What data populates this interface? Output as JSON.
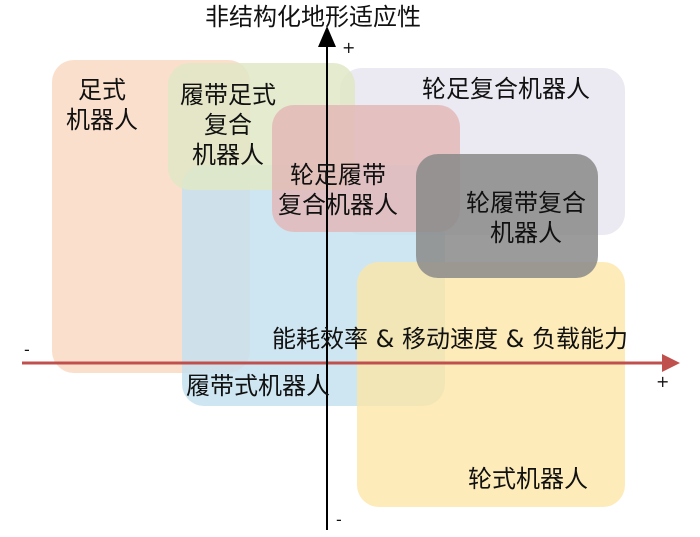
{
  "title": "非结构化地形适应性",
  "x_axis_label": "能耗效率 & 移动速度 & 负载能力",
  "signs": {
    "y_plus": "+",
    "y_minus": "-",
    "x_plus": "+",
    "x_minus": "-"
  },
  "regions": {
    "legged": {
      "line1": "足式",
      "line2": "机器人",
      "color": "#fbdcc8"
    },
    "tracked_legged": {
      "line1": "履带足式",
      "line2": "复合",
      "line3": "机器人",
      "color": "#dfe7c6"
    },
    "wheel_legged": {
      "line1": "轮足复合机器人",
      "color": "#e9e7ef"
    },
    "wheel_legged_tracked": {
      "line1": "轮足履带",
      "line2": "复合机器人",
      "color": "#e6c1c1"
    },
    "wheel_tracked": {
      "line1": "轮履带复合",
      "line2": "机器人",
      "color": "#8f8f8f"
    },
    "tracked": {
      "line1": "履带式机器人",
      "color": "#cde5ee"
    },
    "wheeled": {
      "line1": "轮式机器人",
      "color": "#fde9b5"
    }
  },
  "colors": {
    "x_axis": "#c0504d",
    "y_axis": "#000000"
  }
}
